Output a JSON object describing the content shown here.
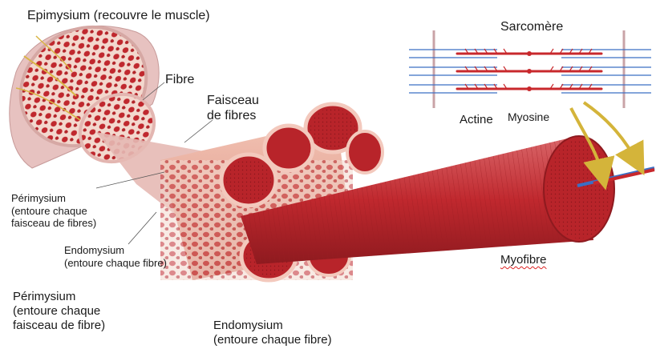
{
  "labels": {
    "epimysium": "Epimysium (recouvre le muscle)",
    "fibre": "Fibre",
    "faisceau": "Faisceau\nde fibres",
    "sarcomere": "Sarcomère",
    "actine": "Actine",
    "myosine": "Myosine",
    "myofibre": "Myofibre",
    "perimysium_small": "Périmysium\n(entoure chaque\nfaisceau de fibres)",
    "endomysium_small": "Endomysium\n(entoure chaque fibre)",
    "perimysium_large": "Périmysium\n(entoure chaque\nfaisceau de fibre)",
    "endomysium_large": "Endomysium\n(entoure chaque fibre)"
  },
  "colors": {
    "muscle_red": "#c0282e",
    "muscle_dark": "#8e1a1f",
    "muscle_light": "#e8a094",
    "fascia_pink": "#e7c2c0",
    "nerve_yellow": "#d9b545",
    "myofilament_blue": "#3b6fc4",
    "myofilament_red": "#c8282c",
    "arrow_gold": "#d4b43a"
  }
}
